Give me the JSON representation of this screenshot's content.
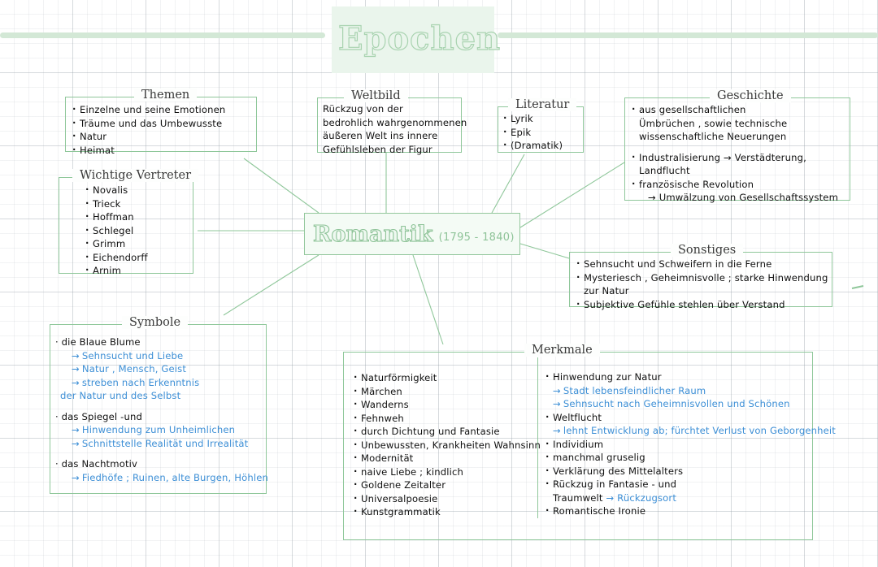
{
  "page": {
    "header_title": "Epochen",
    "center": {
      "label": "Romantik",
      "years": "(1795 - 1840)"
    },
    "colors": {
      "green": "#8fc79a",
      "blue": "#3d8fd6",
      "ink": "#101010",
      "band": "#eaf5ec"
    }
  },
  "boxes": {
    "themen": {
      "title": "Themen",
      "items": [
        "Einzelne und seine Emotionen",
        "Träume und das Umbewusste",
        "Natur",
        "Heimat"
      ]
    },
    "weltbild": {
      "title": "Weltbild",
      "lines": [
        "Rückzug von der",
        "bedrohlich wahrgenommenen",
        "äußeren Welt ins innere",
        "Gefühlsleben der Figur"
      ]
    },
    "literatur": {
      "title": "Literatur",
      "items": [
        "Lyrik",
        "Epik",
        "(Dramatik)"
      ]
    },
    "geschichte": {
      "title": "Geschichte",
      "item1_lines": [
        "aus gesellschaftlichen",
        "Ümbrüchen , sowie technische",
        "wissenschaftliche Neuerungen"
      ],
      "item2_line1": "Industralisierung → Verstädterung,",
      "item2_line2": "Landflucht",
      "item3": "französische Revolution",
      "item3_sub": "Umwälzung von Gesellschaftssystem"
    },
    "vertreter": {
      "title": "Wichtige Vertreter",
      "items": [
        "Novalis",
        "Trieck",
        "Hoffman",
        "Schlegel",
        "Grimm",
        "Eichendorff",
        "Arnim"
      ]
    },
    "sonstiges": {
      "title": "Sonstiges",
      "item1": "Sehnsucht und Schweifern in die Ferne",
      "item2_line1": "Mysteriesch , Geheimnisvolle ; starke Hinwendung",
      "item2_line2": "zur Natur",
      "item3": "Subjektive Gefühle  stehlen  über Verstand"
    },
    "symbole": {
      "title": "Symbole",
      "groups": [
        {
          "head": "die Blaue Blume",
          "subs": [
            "Sehnsucht und Liebe",
            "Natur , Mensch, Geist",
            "streben nach Erkenntnis"
          ],
          "cont": "der Natur und des Selbst"
        },
        {
          "head": "das Spiegel -und",
          "subs": [
            "Hinwendung zum Unheimlichen",
            "Schnittstelle Realität und Irrealität"
          ],
          "cont": ""
        },
        {
          "head": "das Nachtmotiv",
          "subs": [
            "Fiedhöfe ; Ruinen, alte Burgen, Höhlen"
          ],
          "cont": ""
        }
      ]
    },
    "merkmale": {
      "title": "Merkmale",
      "left_items": [
        "Naturförmigkeit",
        "Märchen",
        "Wanderns",
        "Fehnweh",
        "durch Dichtung und Fantasie",
        "Unbewussten, Krankheiten Wahnsinn",
        "Modernität",
        "naive Liebe ; kindlich",
        "Goldene Zeitalter",
        "Universalpoesie",
        "Kunstgrammatik"
      ],
      "right": {
        "i1": "Hinwendung zur Natur",
        "i1_sub1": "Stadt lebensfeindlicher  Raum",
        "i1_sub2": "Sehnsucht nach Geheimnisvollen  und Schönen",
        "i2": "Weltflucht",
        "i2_sub1": "lehnt Entwicklung ab; fürchtet Verlust von Geborgenheit",
        "i3": "Individium",
        "i4": "manchmal gruselig",
        "i5": "Verklärung des Mittelalters",
        "i6_line1": "Rückzug  in Fantasie - und",
        "i6_line2": "Traumwelt",
        "i6_blue": "→ Rückzugsort",
        "i7": "Romantische Ironie"
      }
    }
  }
}
